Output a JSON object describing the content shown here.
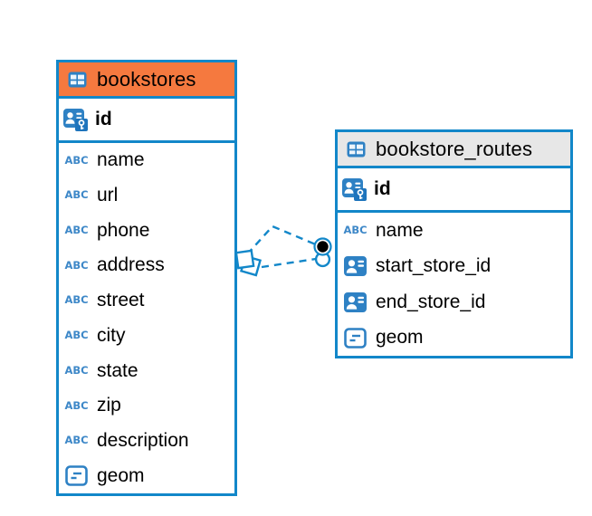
{
  "diagram": {
    "background": "#ffffff"
  },
  "colors": {
    "table_border": "#1287C9",
    "selected_header_bg": "#F5793F",
    "header_bg": "#E7E7E7",
    "row_bg": "#FFFFFF",
    "icon_blue": "#2E81C4",
    "relation_line": "#1287C9",
    "endpoint_dot": "#000000",
    "text_color": "#000000"
  },
  "icons": {
    "text_type_glyph": "ABC"
  },
  "tables": [
    {
      "name": "bookstores",
      "selected": true,
      "primary_key": "id",
      "columns": [
        {
          "name": "name",
          "type": "text"
        },
        {
          "name": "url",
          "type": "text"
        },
        {
          "name": "phone",
          "type": "text"
        },
        {
          "name": "address",
          "type": "text"
        },
        {
          "name": "street",
          "type": "text"
        },
        {
          "name": "city",
          "type": "text"
        },
        {
          "name": "state",
          "type": "text"
        },
        {
          "name": "zip",
          "type": "text"
        },
        {
          "name": "description",
          "type": "text"
        },
        {
          "name": "geom",
          "type": "geometry"
        }
      ]
    },
    {
      "name": "bookstore_routes",
      "selected": false,
      "primary_key": "id",
      "columns": [
        {
          "name": "name",
          "type": "text"
        },
        {
          "name": "start_store_id",
          "type": "reference"
        },
        {
          "name": "end_store_id",
          "type": "reference"
        },
        {
          "name": "geom",
          "type": "geometry"
        }
      ]
    }
  ],
  "relations": [
    {
      "between": [
        "bookstores",
        "bookstore_routes"
      ],
      "style": "dashed"
    },
    {
      "between": [
        "bookstores",
        "bookstore_routes"
      ],
      "style": "dashed"
    }
  ]
}
